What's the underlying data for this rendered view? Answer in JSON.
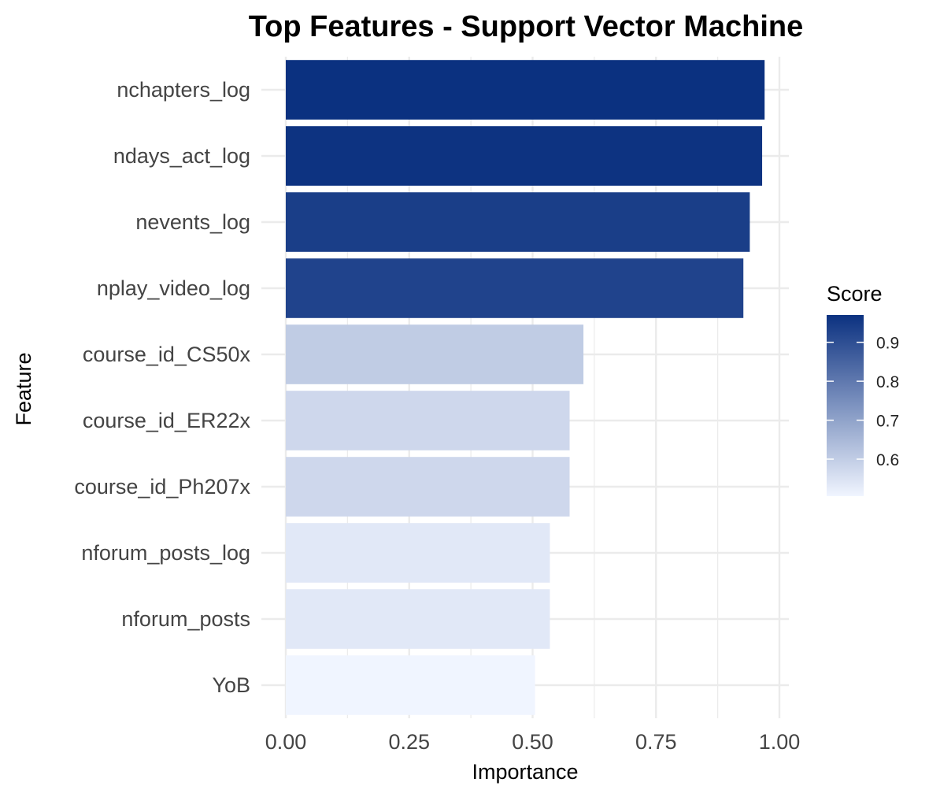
{
  "chart_data": {
    "type": "bar",
    "orientation": "horizontal",
    "title": "Top Features - Support Vector Machine",
    "xlabel": "Importance",
    "ylabel": "Feature",
    "xlim": [
      0,
      1
    ],
    "x_ticks": [
      "0.00",
      "0.25",
      "0.50",
      "0.75",
      "1.00"
    ],
    "categories": [
      "nchapters_log",
      "ndays_act_log",
      "nevents_log",
      "nplay_video_log",
      "course_id_CS50x",
      "course_id_ER22x",
      "course_id_Ph207x",
      "nforum_posts_log",
      "nforum_posts",
      "YoB"
    ],
    "values": [
      0.97,
      0.965,
      0.94,
      0.927,
      0.603,
      0.575,
      0.575,
      0.535,
      0.535,
      0.505
    ],
    "color_by": "values",
    "legend": {
      "title": "Score",
      "placement": "right",
      "ticks": [
        "0.9",
        "0.8",
        "0.7",
        "0.6"
      ],
      "tick_values": [
        0.9,
        0.8,
        0.7,
        0.6
      ],
      "range": [
        0.505,
        0.97
      ],
      "color_low": "#f0f5ff",
      "color_high": "#0b3180"
    },
    "grid": true
  }
}
